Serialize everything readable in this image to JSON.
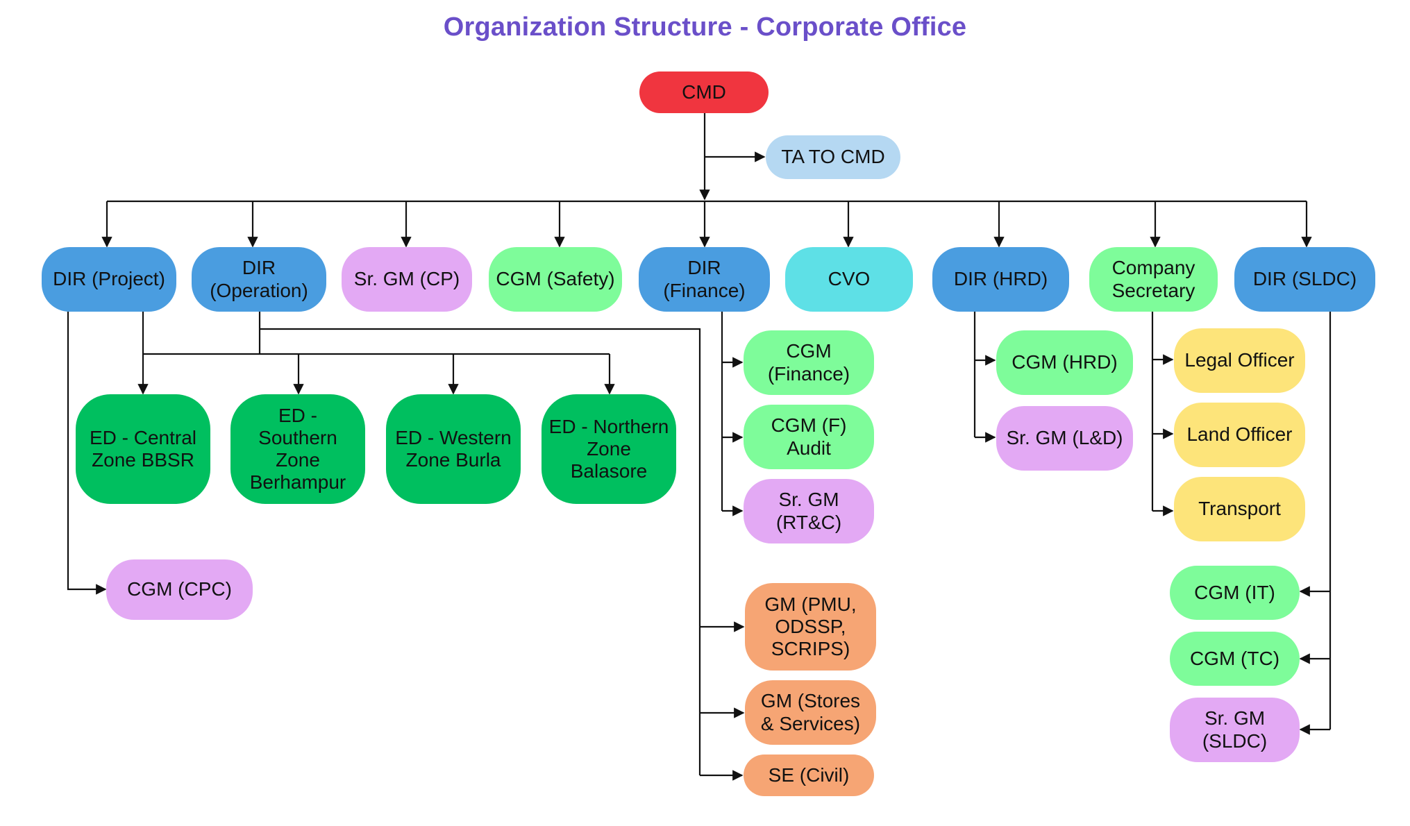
{
  "title": "Organization Structure - Corporate Office",
  "colors": {
    "title": "#6a4fc9",
    "red": "#f0353f",
    "lightblue": "#b5d8f2",
    "blue": "#4a9de0",
    "lavender": "#e3a9f4",
    "mint": "#7efc9a",
    "cyan": "#5ee0e6",
    "green": "#00bf5f",
    "yellow": "#fde47a",
    "orange": "#f6a574",
    "connector": "#111111"
  },
  "nodes": {
    "cmd": "CMD",
    "ta_to_cmd": "TA TO CMD",
    "dir_project": "DIR (Project)",
    "dir_operation": "DIR\n(Operation)",
    "sr_gm_cp": "Sr. GM (CP)",
    "cgm_safety": "CGM (Safety)",
    "dir_finance": "DIR (Finance)",
    "cvo": "CVO",
    "dir_hrd": "DIR (HRD)",
    "company_secretary": "Company\nSecretary",
    "dir_sldc": "DIR (SLDC)",
    "ed_central": "ED - Central\nZone BBSR",
    "ed_southern": "ED -\nSouthern\nZone\nBerhampur",
    "ed_western": "ED - Western\nZone Burla",
    "ed_northern": "ED - Northern\nZone\nBalasore",
    "cgm_cpc": "CGM (CPC)",
    "cgm_finance": "CGM\n(Finance)",
    "cgm_f_audit": "CGM (F)\nAudit",
    "sr_gm_rtc": "Sr. GM\n(RT&C)",
    "gm_pmu": "GM (PMU,\nODSSP,\nSCRIPS)",
    "gm_stores": "GM (Stores\n& Services)",
    "se_civil": "SE (Civil)",
    "cgm_hrd": "CGM (HRD)",
    "sr_gm_ld": "Sr. GM (L&D)",
    "legal_officer": "Legal Officer",
    "land_officer": "Land Officer",
    "transport": "Transport",
    "cgm_it": "CGM (IT)",
    "cgm_tc": "CGM (TC)",
    "sr_gm_sldc": "Sr. GM\n(SLDC)"
  }
}
